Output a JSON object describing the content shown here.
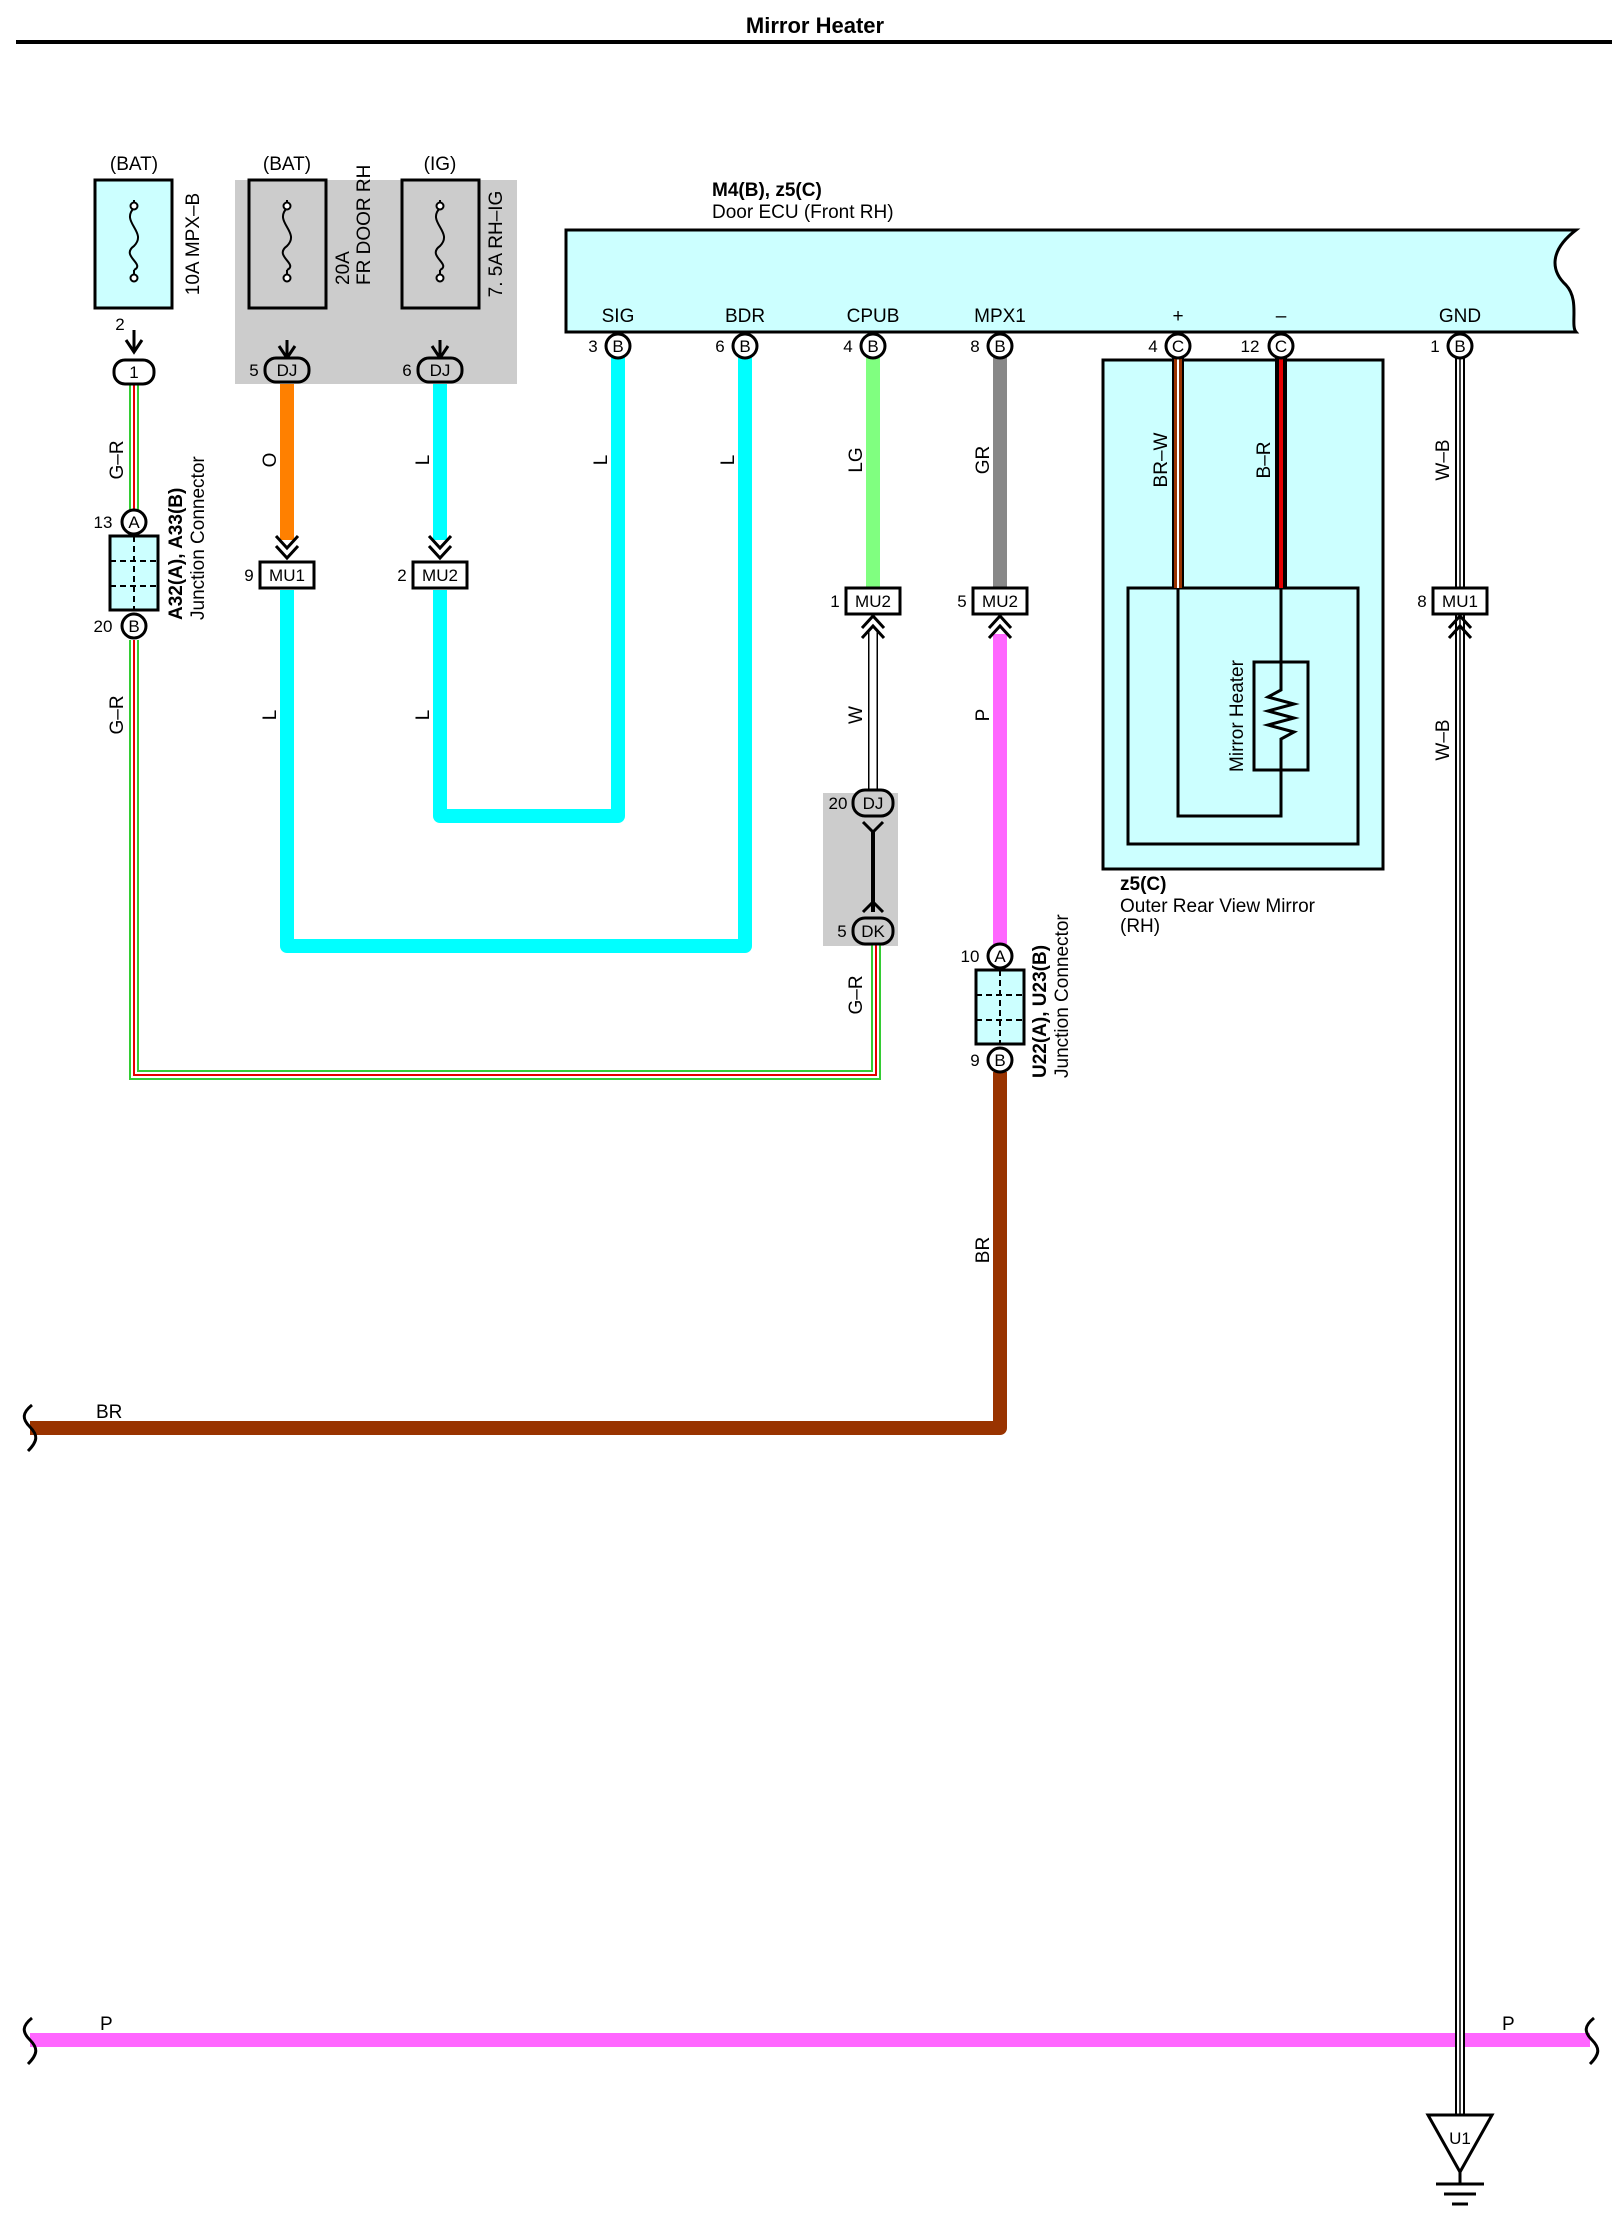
{
  "title": "Mirror Heater",
  "fuses": [
    {
      "source": "(BAT)",
      "rating": "10A MPX–B",
      "out_pin": "2",
      "conn": "1",
      "conn_pin": "",
      "wire": "G–R"
    },
    {
      "source": "(BAT)",
      "rating_line1": "20A",
      "rating_line2": "FR DOOR RH",
      "conn": "DJ",
      "conn_pin": "5",
      "wire": "O"
    },
    {
      "source": "(IG)",
      "rating": "7. 5A RH–IG",
      "conn": "DJ",
      "conn_pin": "6",
      "wire": "L"
    }
  ],
  "ecu": {
    "id": "M4(B), z5(C)",
    "name": "Door ECU (Front RH)",
    "terminals": [
      {
        "name": "SIG",
        "pin": "3",
        "conn": "B",
        "wire": "L"
      },
      {
        "name": "BDR",
        "pin": "6",
        "conn": "B",
        "wire": "L"
      },
      {
        "name": "CPUB",
        "pin": "4",
        "conn": "B",
        "wire": "LG"
      },
      {
        "name": "MPX1",
        "pin": "8",
        "conn": "B",
        "wire": "GR"
      },
      {
        "name": "+",
        "pin": "4",
        "conn": "C",
        "wire": "BR–W"
      },
      {
        "name": "–",
        "pin": "12",
        "conn": "C",
        "wire": "B–R"
      },
      {
        "name": "GND",
        "pin": "1",
        "conn": "B",
        "wire": "W–B"
      }
    ]
  },
  "junction_a32": {
    "id": "A32(A), A33(B)",
    "name": "Junction Connector",
    "pin_top": "13",
    "conn_top": "A",
    "pin_bot": "20",
    "conn_bot": "B",
    "wire_below": "G–R"
  },
  "junction_u22": {
    "id": "U22(A), U23(B)",
    "name": "Junction Connector",
    "pin_top": "10",
    "conn_top": "A",
    "pin_bot": "9",
    "conn_bot": "B",
    "wire_above": "P",
    "wire_below": "BR"
  },
  "mu_connectors": [
    {
      "name": "MU1",
      "pin": "9",
      "wire_below": "L"
    },
    {
      "name": "MU2",
      "pin": "2",
      "wire_below": "L"
    },
    {
      "name": "MU2",
      "pin": "1",
      "wire_below": "W"
    },
    {
      "name": "MU2",
      "pin": "5",
      "wire_below": "P"
    },
    {
      "name": "MU1",
      "pin": "8",
      "wire_below": "W–B"
    }
  ],
  "dj_dk": {
    "dj_pin": "20",
    "dj": "DJ",
    "dk_pin": "5",
    "dk": "DK",
    "wire_below": "G–R"
  },
  "mirror": {
    "id": "z5(C)",
    "name_line1": "Outer Rear View Mirror",
    "name_line2": "(RH)",
    "heater": "Mirror Heater"
  },
  "bus_wires": {
    "br": "BR",
    "p_left": "P",
    "p_right": "P"
  },
  "ground": {
    "label": "U1"
  },
  "colors": {
    "ecu_fill": "#ccffff",
    "fuse_gray": "#cccccc",
    "wire_L": "#00ffff",
    "wire_O": "#ff8000",
    "wire_LG": "#80ff80",
    "wire_GR": "#888888",
    "wire_P": "#ff66ff",
    "wire_BR": "#993300",
    "wire_G": "#33cc33",
    "wire_R": "#e60000"
  }
}
